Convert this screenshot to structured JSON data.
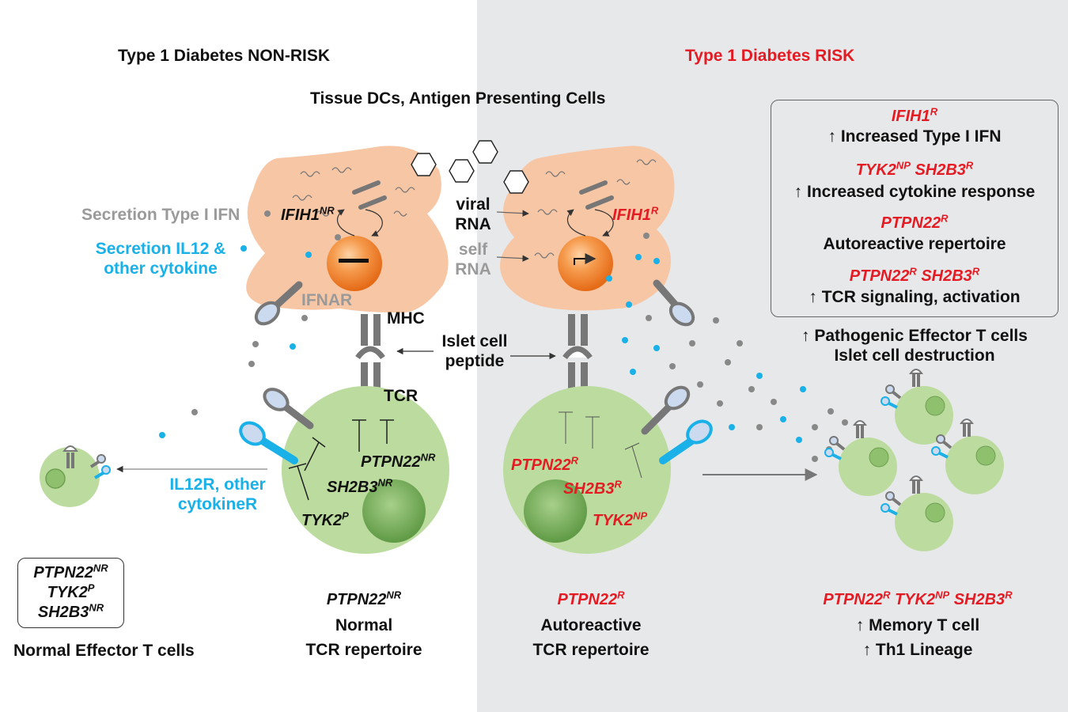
{
  "headers": {
    "left_title": "Type 1 Diabetes NON-RISK",
    "right_title": "Type 1 Diabetes RISK",
    "center_title": "Tissue DCs, Antigen Presenting Cells"
  },
  "left_labels": {
    "secretion_ifn": "Secretion Type I IFN",
    "secretion_il12_line1": "Secretion IL12 &",
    "secretion_il12_line2": "other cytokine",
    "ifnar": "IFNAR",
    "il12r_line1": "IL12R, other",
    "il12r_line2": "cytokineR"
  },
  "center_labels": {
    "mhc": "MHC",
    "tcr": "TCR",
    "viral_line1": "viral",
    "viral_line2": "RNA",
    "self_line1": "self",
    "self_line2": "RNA",
    "islet_line1": "Islet cell",
    "islet_line2": "peptide"
  },
  "genes": {
    "ifih1": "IFIH1",
    "ptpn22": "PTPN22",
    "sh2b3": "SH2B3",
    "tyk2": "TYK2",
    "nr": "NR",
    "r": "R",
    "p": "P",
    "np": "NP"
  },
  "risk_box": {
    "item1_desc": "Increased Type I IFN",
    "item2_desc": "Increased cytokine response",
    "item3_desc": "Autoreactive repertoire",
    "item4_desc": "TCR signaling, activation",
    "up_arrow": "↑"
  },
  "risk_outcome": {
    "line1": "Pathogenic Effector T cells",
    "line2": "Islet cell destruction"
  },
  "bottom": {
    "normal_effector": "Normal Effector T cells",
    "normal_line1": "Normal",
    "normal_line2": "TCR repertoire",
    "auto_line1": "Autoreactive",
    "auto_line2": "TCR repertoire",
    "memory": "Memory T cell",
    "th1": "Th1 Lineage"
  },
  "colors": {
    "red": "#e41b23",
    "blue": "#1ab0e8",
    "grey": "#9a9a9a",
    "dc_cell": "#f7c6a5",
    "t_cell": "#bcdc9f"
  }
}
